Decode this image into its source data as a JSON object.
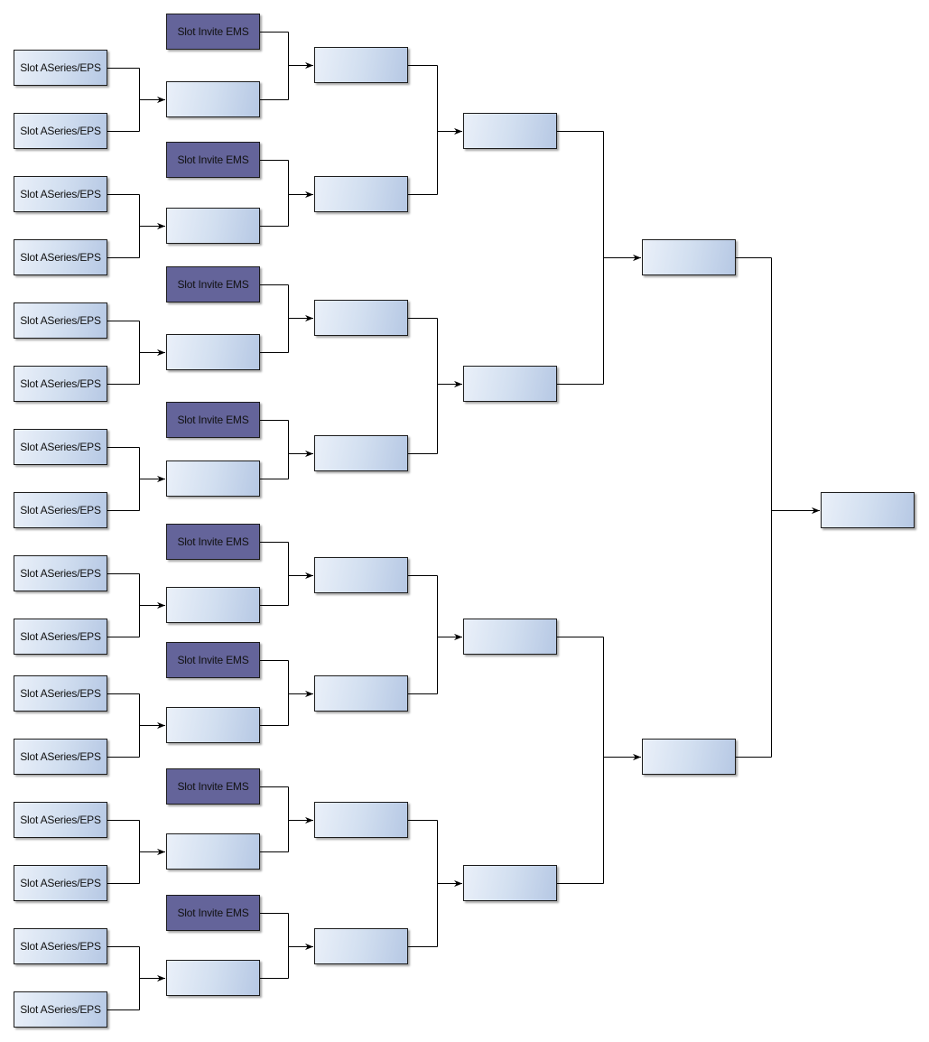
{
  "diagram": {
    "type": "single-elimination-bracket",
    "round1_slots": [
      "Slot ASeries/EPS",
      "Slot ASeries/EPS",
      "Slot ASeries/EPS",
      "Slot ASeries/EPS",
      "Slot ASeries/EPS",
      "Slot ASeries/EPS",
      "Slot ASeries/EPS",
      "Slot ASeries/EPS",
      "Slot ASeries/EPS",
      "Slot ASeries/EPS",
      "Slot ASeries/EPS",
      "Slot ASeries/EPS",
      "Slot ASeries/EPS",
      "Slot ASeries/EPS",
      "Slot ASeries/EPS",
      "Slot ASeries/EPS"
    ],
    "invite_slots": [
      "Slot Invite EMS",
      "Slot Invite EMS",
      "Slot Invite EMS",
      "Slot Invite EMS",
      "Slot Invite EMS",
      "Slot Invite EMS",
      "Slot Invite EMS",
      "Slot Invite EMS"
    ],
    "colors": {
      "invite_fill": "#64649a",
      "slot_gradient_start": "#eaf0f9",
      "slot_gradient_end": "#b6c8e4",
      "border": "#1c1c1c",
      "connector": "#000000"
    }
  }
}
